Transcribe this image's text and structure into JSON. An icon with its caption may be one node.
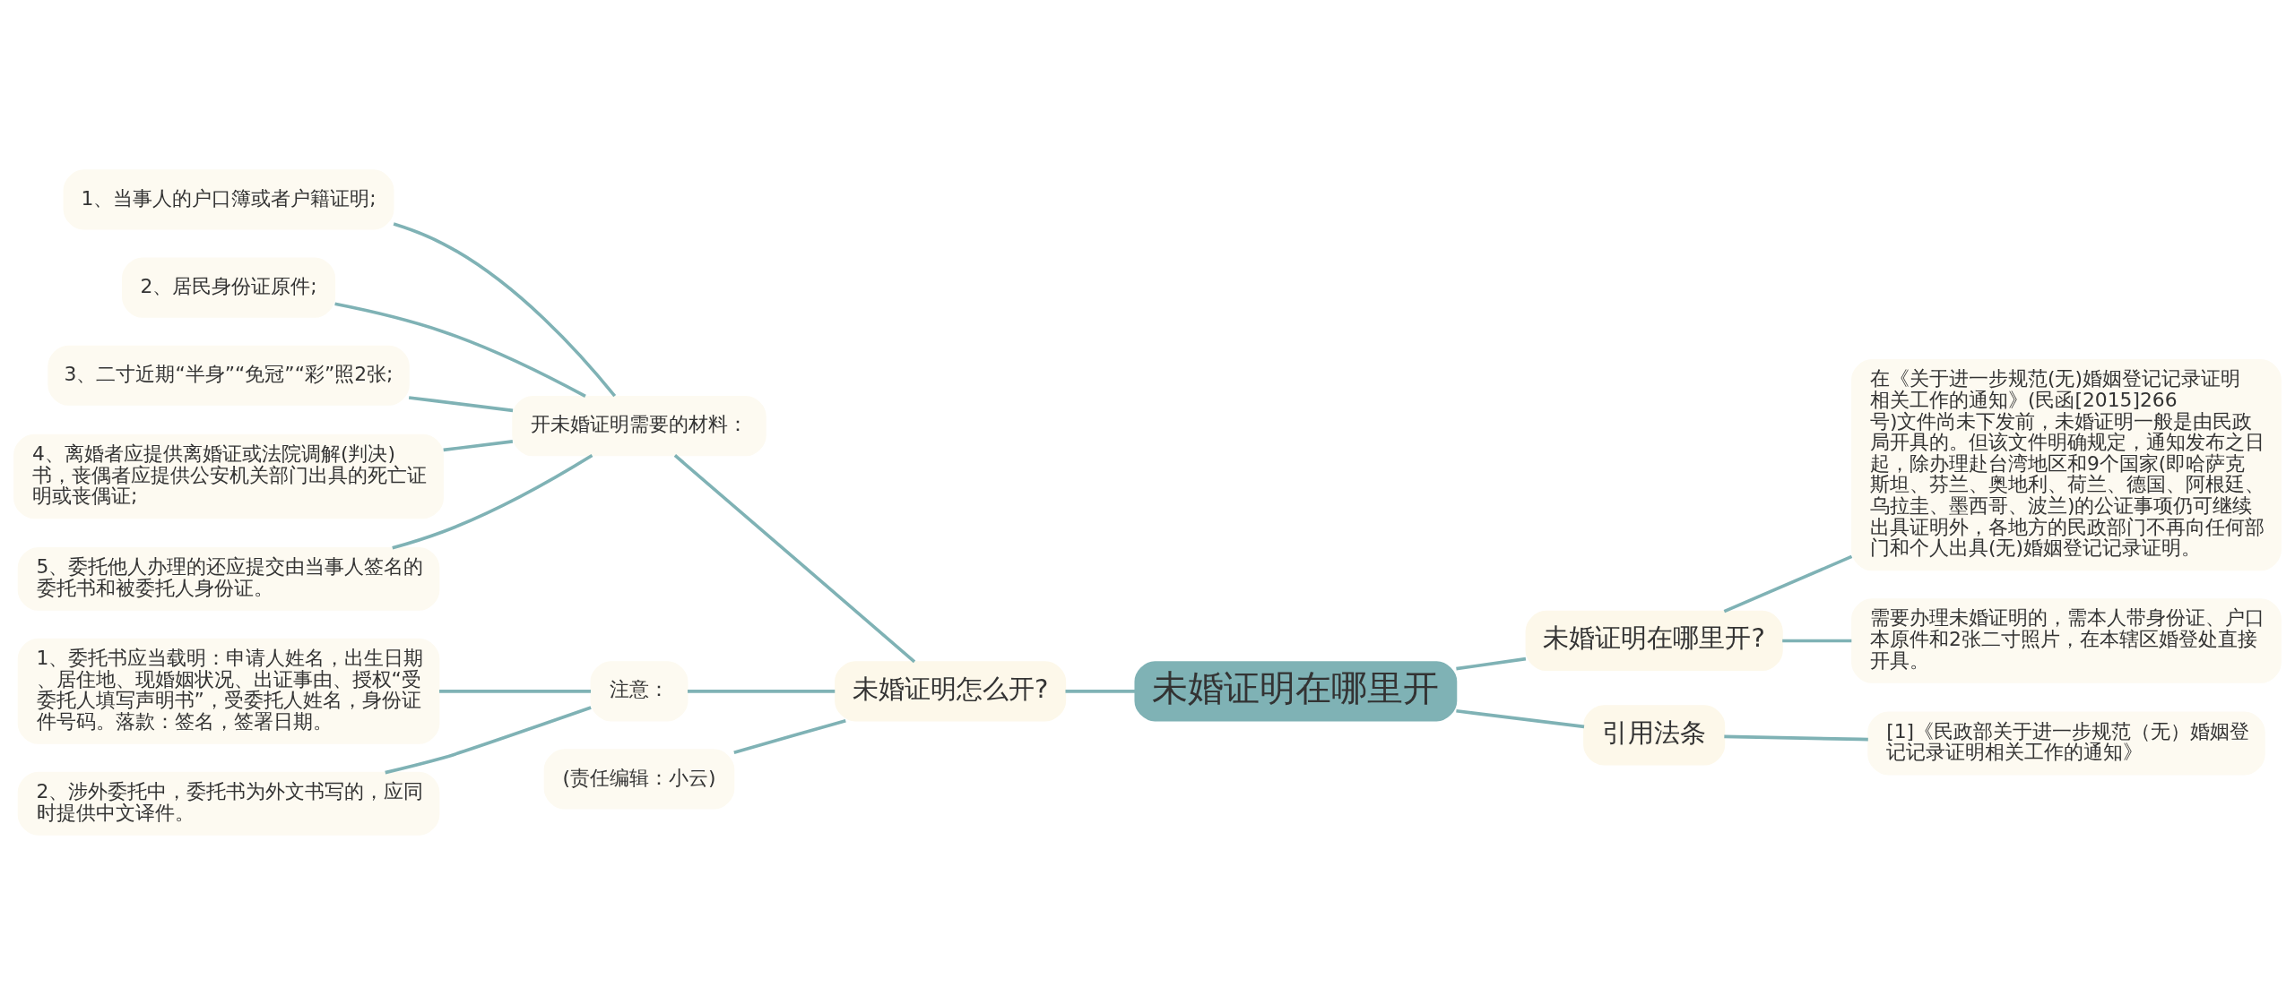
{
  "diagram": {
    "nodes": [
      {
        "text": [
          "未婚证明在哪里开"
        ]
      },
      {
        "text": [
          "未婚证明在哪里开?"
        ]
      },
      {
        "text": [
          "在《关于进一步规范(无)婚姻登记记录证明相关工作的通知》(民函[2015]266号)文件尚未下发前，未婚证明一般是由民政局开具的。但该文件明确规定，通知发布之日起，除办理赴台湾地区和9个国家(即哈萨克斯坦、芬兰、奥地利、荷兰、德国、阿根廷、乌拉圭、墨西哥、波兰)的公证事项仍可继续出具证明外，各地方的民政部门不再向任何部门和个人出具(无)婚姻登记记录证明。"
        ]
      },
      {
        "text": [
          "需要办理未婚证明的，需本人带身份证、户口本原件和2张二寸照片，在本辖区婚登处直接开具。"
        ]
      },
      {
        "text": [
          "引用法条"
        ]
      },
      {
        "text": [
          "[1]《民政部关于进一步规范（无）婚姻登记记录证明相关工作的通知》"
        ]
      },
      {
        "text": [
          "未婚证明怎么开?"
        ]
      },
      {
        "text": [
          "开未婚证明需要的材料："
        ]
      },
      {
        "text": [
          "1、当事人的户口簿或者户籍证明;"
        ]
      },
      {
        "text": [
          "2、居民身份证原件;"
        ]
      },
      {
        "text": [
          "3、二寸近期“半身”“免冠”“彩”照2张;"
        ]
      },
      {
        "text": [
          "4、离婚者应提供离婚证或法院调解(判决)书，丧偶者应提供公安机关部门出具的死亡证明或丧偶证;"
        ]
      },
      {
        "text": [
          "5、委托他人办理的还应提交由当事人签名的委托书和被委托人身份证。"
        ]
      },
      {
        "text": [
          "注意："
        ]
      },
      {
        "text": [
          "1、委托书应当载明：申请人姓名，出生日期、居住地、现婚姻状况、出证事由、授权“受委托人填写声明书”，受委托人姓名，身份证件号码。落款：签名，签署日期。"
        ]
      },
      {
        "text": [
          "2、涉外委托中，委托书为外文书写的，应同时提供中文译件。"
        ]
      },
      {
        "text": [
          "(责任编辑：小云)"
        ]
      }
    ],
    "edges": [
      {
        "from": 0,
        "to": 1,
        "arrow": "none"
      },
      {
        "from": 1,
        "to": 2,
        "arrow": "none"
      },
      {
        "from": 1,
        "to": 3,
        "arrow": "none"
      },
      {
        "from": 0,
        "to": 4,
        "arrow": "none"
      },
      {
        "from": 4,
        "to": 5,
        "arrow": "none"
      },
      {
        "from": 0,
        "to": 6,
        "arrow": "none"
      },
      {
        "from": 6,
        "to": 7,
        "arrow": "none"
      },
      {
        "from": 7,
        "to": 8,
        "arrow": "none"
      },
      {
        "from": 7,
        "to": 9,
        "arrow": "none"
      },
      {
        "from": 7,
        "to": 10,
        "arrow": "none"
      },
      {
        "from": 7,
        "to": 11,
        "arrow": "none"
      },
      {
        "from": 7,
        "to": 12,
        "arrow": "none"
      },
      {
        "from": 6,
        "to": 13,
        "arrow": "none"
      },
      {
        "from": 13,
        "to": 14,
        "arrow": "none"
      },
      {
        "from": 13,
        "to": 15,
        "arrow": "none"
      },
      {
        "from": 6,
        "to": 16,
        "arrow": "none"
      }
    ]
  }
}
